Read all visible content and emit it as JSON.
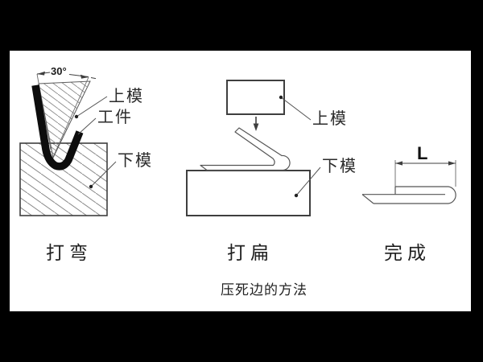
{
  "diagram": {
    "caption": "压死边的方法",
    "panels": [
      {
        "id": "bending",
        "step_label": "打弯",
        "angle_label": "30°",
        "labels": {
          "upper_die": "上模",
          "workpiece": "工件",
          "lower_die": "下模"
        }
      },
      {
        "id": "flattening",
        "step_label": "打扁",
        "labels": {
          "upper_die": "上模",
          "lower_die": "下模"
        }
      },
      {
        "id": "finished",
        "step_label": "完成",
        "dimension_label": "L"
      }
    ],
    "colors": {
      "background": "#000000",
      "canvas": "#ffffff",
      "line": "#4a4a4a",
      "workpiece": "#0d0d0d"
    }
  }
}
